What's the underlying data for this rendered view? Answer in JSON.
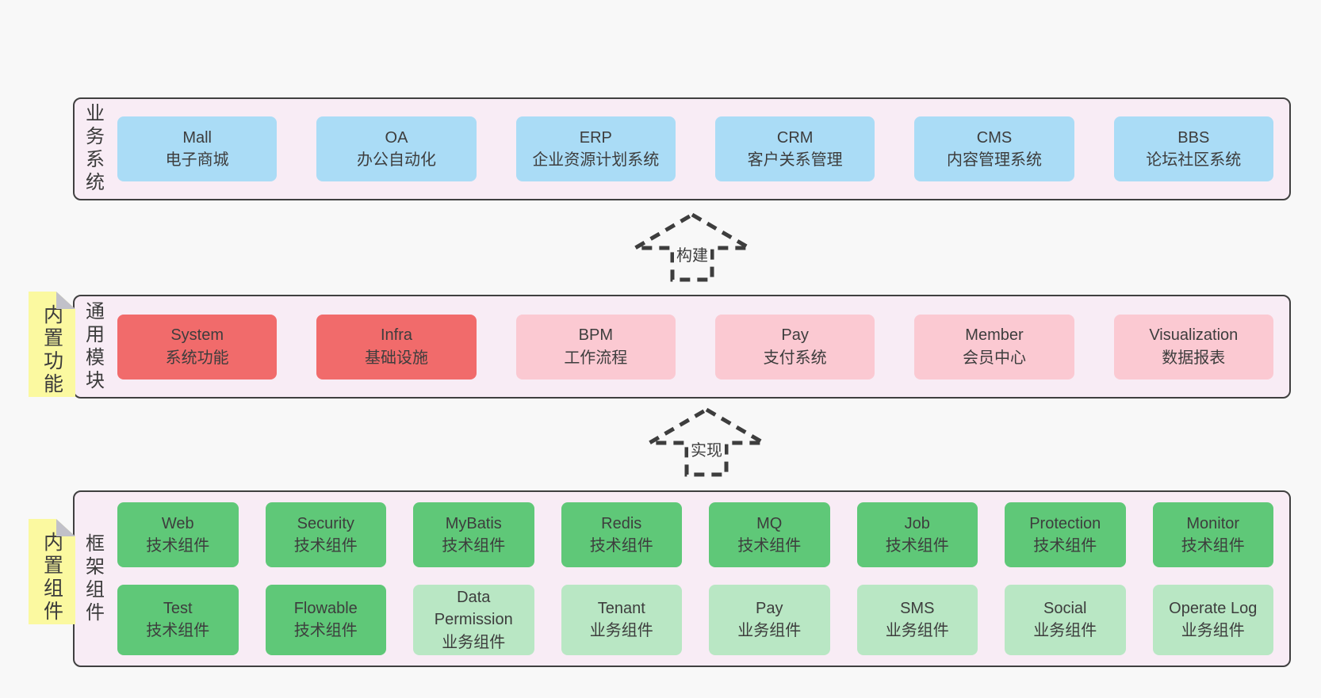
{
  "diagram_title": "",
  "colors": {
    "page_background": "#f8f8f8",
    "panel_background": "#f8ecf5",
    "panel_border": "#404040",
    "sticky_background": "#fbf9a0",
    "sticky_fold": "#c1c1c9",
    "arrow_stroke": "#3d3d3d",
    "text": "#3d3d3d"
  },
  "variant_colors": {
    "blue": "#aadcf6",
    "red": "#f16b6b",
    "pink": "#fbc9d2",
    "green": "#5fc878",
    "lightgreen": "#b9e7c4"
  },
  "panels": [
    {
      "name": "business-systems",
      "side_label": "业务系统",
      "sticky_label": null,
      "rows": [
        [
          {
            "title": "Mall",
            "subtitle": "电子商城",
            "variant": "blue"
          },
          {
            "title": "OA",
            "subtitle": "办公自动化",
            "variant": "blue"
          },
          {
            "title": "ERP",
            "subtitle": "企业资源计划系统",
            "variant": "blue"
          },
          {
            "title": "CRM",
            "subtitle": "客户关系管理",
            "variant": "blue"
          },
          {
            "title": "CMS",
            "subtitle": "内容管理系统",
            "variant": "blue"
          },
          {
            "title": "BBS",
            "subtitle": "论坛社区系统",
            "variant": "blue"
          }
        ]
      ]
    },
    {
      "name": "common-modules",
      "side_label": "通用模块",
      "sticky_label": "内置功能",
      "rows": [
        [
          {
            "title": "System",
            "subtitle": "系统功能",
            "variant": "red"
          },
          {
            "title": "Infra",
            "subtitle": "基础设施",
            "variant": "red"
          },
          {
            "title": "BPM",
            "subtitle": "工作流程",
            "variant": "pink"
          },
          {
            "title": "Pay",
            "subtitle": "支付系统",
            "variant": "pink"
          },
          {
            "title": "Member",
            "subtitle": "会员中心",
            "variant": "pink"
          },
          {
            "title": "Visualization",
            "subtitle": "数据报表",
            "variant": "pink"
          }
        ]
      ]
    },
    {
      "name": "framework-components",
      "side_label": "框架组件",
      "sticky_label": "内置组件",
      "rows": [
        [
          {
            "title": "Web",
            "subtitle": "技术组件",
            "variant": "green"
          },
          {
            "title": "Security",
            "subtitle": "技术组件",
            "variant": "green"
          },
          {
            "title": "MyBatis",
            "subtitle": "技术组件",
            "variant": "green"
          },
          {
            "title": "Redis",
            "subtitle": "技术组件",
            "variant": "green"
          },
          {
            "title": "MQ",
            "subtitle": "技术组件",
            "variant": "green"
          },
          {
            "title": "Job",
            "subtitle": "技术组件",
            "variant": "green"
          },
          {
            "title": "Protection",
            "subtitle": "技术组件",
            "variant": "green"
          },
          {
            "title": "Monitor",
            "subtitle": "技术组件",
            "variant": "green"
          }
        ],
        [
          {
            "title": "Test",
            "subtitle": "技术组件",
            "variant": "green"
          },
          {
            "title": "Flowable",
            "subtitle": "技术组件",
            "variant": "green"
          },
          {
            "title": "Data Permission",
            "subtitle": "业务组件",
            "variant": "lightgreen"
          },
          {
            "title": "Tenant",
            "subtitle": "业务组件",
            "variant": "lightgreen"
          },
          {
            "title": "Pay",
            "subtitle": "业务组件",
            "variant": "lightgreen"
          },
          {
            "title": "SMS",
            "subtitle": "业务组件",
            "variant": "lightgreen"
          },
          {
            "title": "Social",
            "subtitle": "业务组件",
            "variant": "lightgreen"
          },
          {
            "title": "Operate Log",
            "subtitle": "业务组件",
            "variant": "lightgreen"
          }
        ]
      ]
    }
  ],
  "arrows": [
    {
      "label": "构建"
    },
    {
      "label": "实现"
    }
  ]
}
